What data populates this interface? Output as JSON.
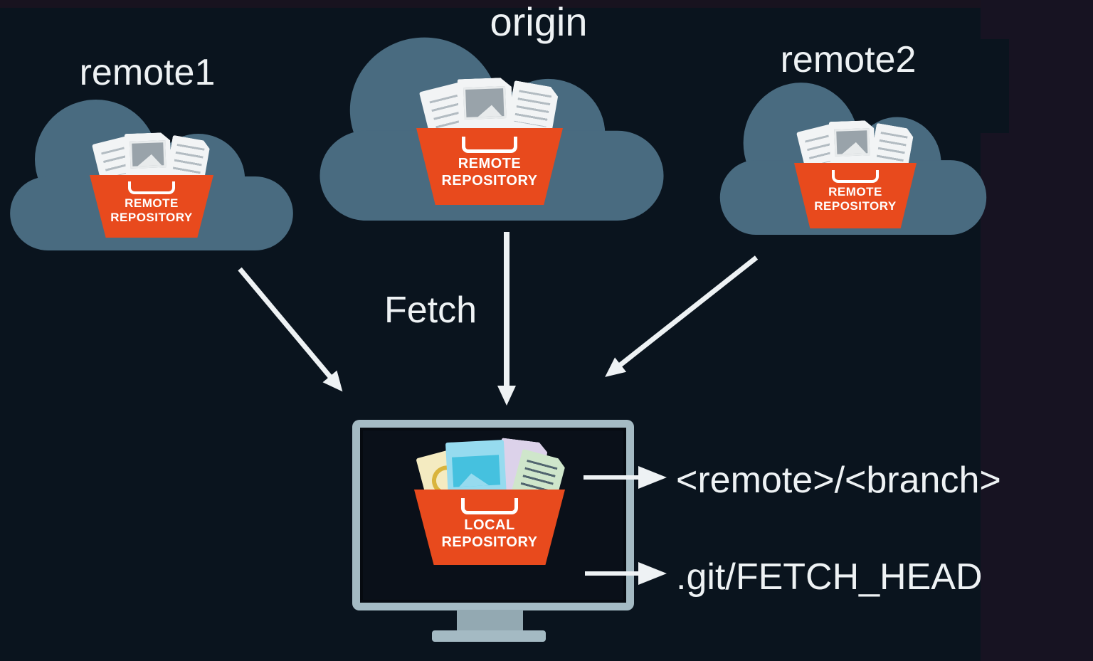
{
  "theme": {
    "bg_main": "#0a141e",
    "bg_top": "#18131f",
    "bg_right": "#171322",
    "cloud": "#496b80",
    "bucket": "#e84a1d",
    "frame": "#a4bac3",
    "frame_dark": "#93a9b2",
    "screen": "#0a1019",
    "ink": "#eef2f4"
  },
  "nodes": {
    "remote1": {
      "label": "remote1",
      "bucket_label": "REMOTE\nREPOSITORY"
    },
    "origin": {
      "label": "origin",
      "bucket_label": "REMOTE\nREPOSITORY"
    },
    "remote2": {
      "label": "remote2",
      "bucket_label": "REMOTE\nREPOSITORY"
    },
    "local": {
      "bucket_label": "LOCAL\nREPOSITORY"
    }
  },
  "annotations": {
    "fetch": "Fetch",
    "remote_branch": "<remote>/<branch>",
    "fetch_head": ".git/FETCH_HEAD"
  }
}
